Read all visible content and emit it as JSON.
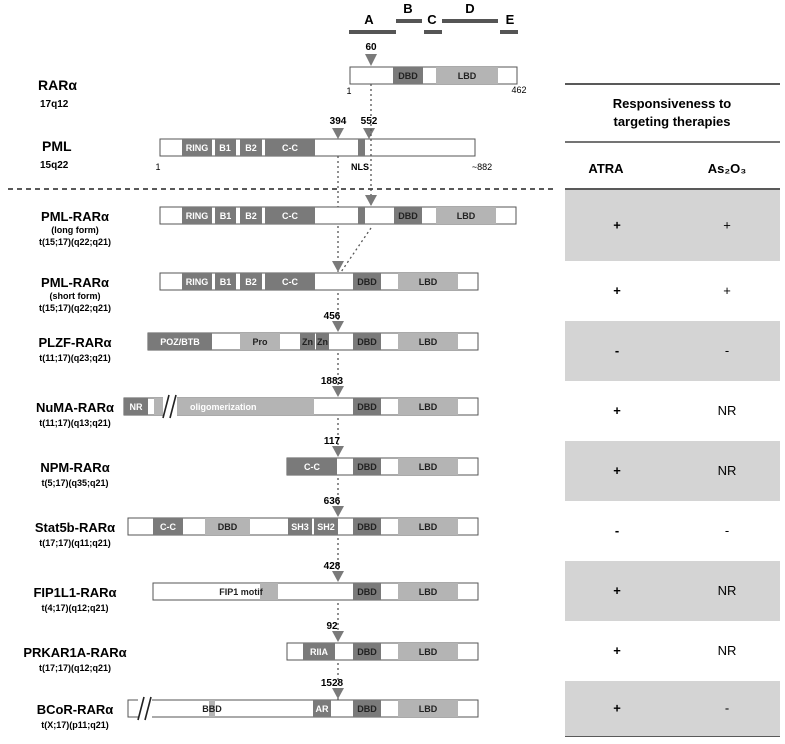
{
  "domain_labels": [
    "A",
    "B",
    "C",
    "D",
    "E"
  ],
  "rara": {
    "name": "RARα",
    "locus": "17q12",
    "start": "1",
    "end": "462",
    "breakpoint": "60",
    "domains": {
      "dbd": "DBD",
      "lbd": "LBD"
    }
  },
  "pml": {
    "name": "PML",
    "locus": "15q22",
    "start": "1",
    "end": "~882",
    "breakpoint_long": "552",
    "breakpoint_short": "394",
    "domains": {
      "ring": "RING",
      "b1": "B1",
      "b2": "B2",
      "cc": "C-C",
      "nls": "NLS"
    }
  },
  "table": {
    "heading": "Responsiveness to targeting therapies",
    "columns": [
      "ATRA",
      "As₂O₃"
    ],
    "shading": "#d4d4d4"
  },
  "fusions": [
    {
      "name": "PML-RARα",
      "subtitle": "(long form)",
      "translocation": "t(15;17)(q22;q21)",
      "breakpoint": "",
      "domains": [
        "RING",
        "B1",
        "B2",
        "C-C"
      ],
      "atra": "+",
      "as2o3": "+"
    },
    {
      "name": "PML-RARα",
      "subtitle": "(short form)",
      "translocation": "t(15;17)(q22;q21)",
      "breakpoint": "",
      "domains": [
        "RING",
        "B1",
        "B2",
        "C-C"
      ],
      "atra": "+",
      "as2o3": "+"
    },
    {
      "name": "PLZF-RARα",
      "subtitle": "",
      "translocation": "t(11;17)(q23;q21)",
      "breakpoint": "456",
      "domains": [
        "POZ/BTB",
        "Pro",
        "Zn",
        "Zn"
      ],
      "atra": "-",
      "as2o3": "-"
    },
    {
      "name": "NuMA-RARα",
      "subtitle": "",
      "translocation": "t(11;17)(q13;q21)",
      "breakpoint": "1883",
      "domains": [
        "NR",
        "oligomerization"
      ],
      "atra": "+",
      "as2o3": "NR"
    },
    {
      "name": "NPM-RARα",
      "subtitle": "",
      "translocation": "t(5;17)(q35;q21)",
      "breakpoint": "117",
      "domains": [
        "C-C"
      ],
      "atra": "+",
      "as2o3": "NR"
    },
    {
      "name": "Stat5b-RARα",
      "subtitle": "",
      "translocation": "t(17;17)(q11;q21)",
      "breakpoint": "636",
      "domains": [
        "C-C",
        "DBD",
        "SH3",
        "SH2"
      ],
      "atra": "-",
      "as2o3": "-"
    },
    {
      "name": "FIP1L1-RARα",
      "subtitle": "",
      "translocation": "t(4;17)(q12;q21)",
      "breakpoint": "428",
      "domains": [
        "FIP1 motif"
      ],
      "atra": "+",
      "as2o3": "NR"
    },
    {
      "name": "PRKAR1A-RARα",
      "subtitle": "",
      "translocation": "t(17;17)(q12;q21)",
      "breakpoint": "92",
      "domains": [
        "RIIA"
      ],
      "atra": "+",
      "as2o3": "NR"
    },
    {
      "name": "BCoR-RARα",
      "subtitle": "",
      "translocation": "t(X;17)(p11;q21)",
      "breakpoint": "1528",
      "domains": [
        "BBD",
        "AR"
      ],
      "atra": "+",
      "as2o3": "-"
    }
  ],
  "colors": {
    "dark": "#7a7a7a",
    "light": "#b4b4b4",
    "stroke": "#555555",
    "shade": "#d4d4d4"
  }
}
